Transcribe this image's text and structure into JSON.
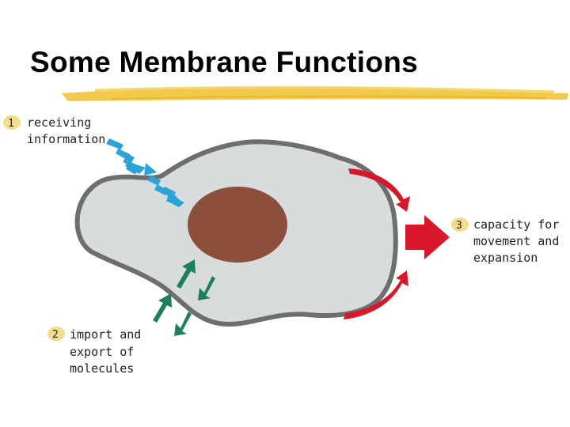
{
  "slide": {
    "title": "Some Membrane Functions"
  },
  "labels": [
    {
      "number": "1",
      "lines": [
        "receiving",
        "information"
      ]
    },
    {
      "number": "2",
      "lines": [
        "import and",
        "export of",
        "molecules"
      ]
    },
    {
      "number": "3",
      "lines": [
        "capacity for",
        "movement and",
        "expansion"
      ]
    }
  ],
  "colors": {
    "cell_fill": "#d9dcdd",
    "membrane": "#6e6e6e",
    "nucleus": "#8b4f3c",
    "signal_arrows": "#2aa3d8",
    "transport_arrows": "#1f7f5a",
    "movement_arrows": "#d8182a",
    "underline": "#f0c33a",
    "number_badge": "#f3dc8a"
  }
}
